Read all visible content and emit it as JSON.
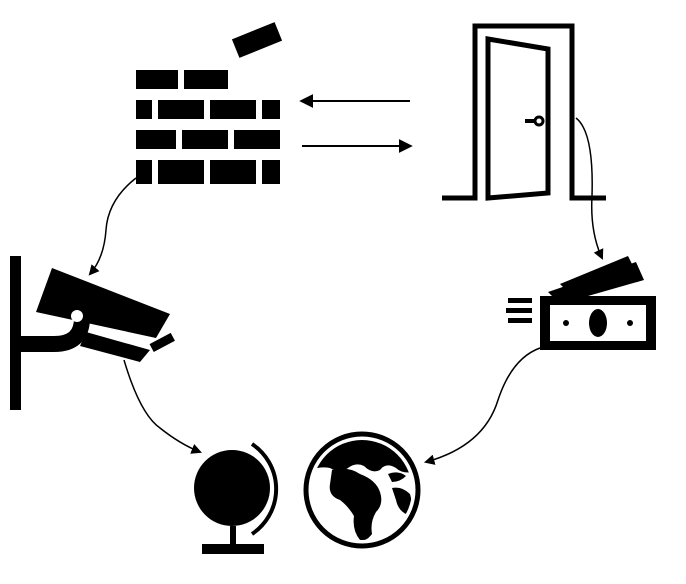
{
  "diagram": {
    "nodes": [
      {
        "id": "brick-wall",
        "icon": "brick-wall-icon"
      },
      {
        "id": "open-door",
        "icon": "open-door-icon"
      },
      {
        "id": "security-camera",
        "icon": "security-camera-icon"
      },
      {
        "id": "money",
        "icon": "money-icon"
      },
      {
        "id": "desk-globe",
        "icon": "desk-globe-icon"
      },
      {
        "id": "earth",
        "icon": "earth-icon"
      }
    ],
    "edges": [
      {
        "from": "open-door",
        "to": "brick-wall",
        "style": "straight-arrow"
      },
      {
        "from": "brick-wall",
        "to": "open-door",
        "style": "straight-arrow"
      },
      {
        "from": "brick-wall",
        "to": "security-camera",
        "style": "curved-arrow"
      },
      {
        "from": "open-door",
        "to": "money",
        "style": "curved-arrow"
      },
      {
        "from": "security-camera",
        "to": "desk-globe",
        "style": "curved-arrow"
      },
      {
        "from": "money",
        "to": "earth",
        "style": "curved-arrow"
      }
    ],
    "colors": {
      "ink": "#000000",
      "background": "#ffffff"
    }
  }
}
